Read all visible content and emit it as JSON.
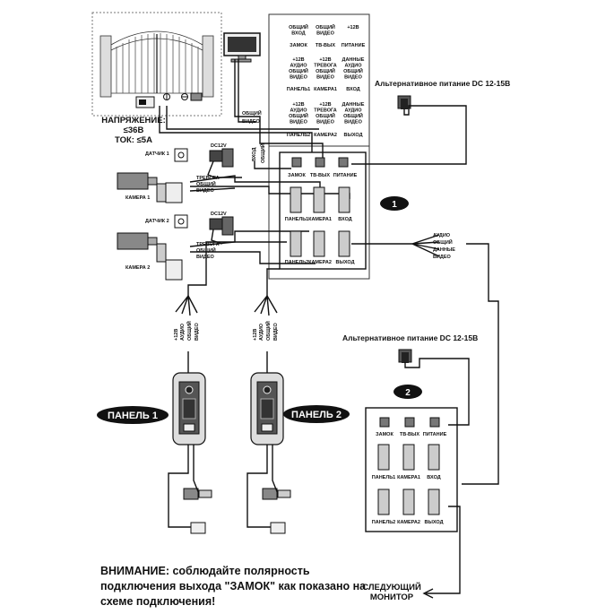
{
  "voltage_note": {
    "line1": "НАПРЯЖЕНИЕ:",
    "line2": "≤36В",
    "line3": "ТОК: ≤5А"
  },
  "alt_power_1": "Альтернативное питание DC 12-15В",
  "alt_power_2": "Альтернативное питание DC 12-15В",
  "legend_rows": [
    [
      "ОБЩИЙ\nВХОД",
      "ОБЩИЙ\nВИДЕО",
      "+12В"
    ],
    [
      "ЗАМОК",
      "ТВ-ВЫХ",
      "ПИТАНИЕ"
    ],
    [
      "+12В\nАУДИО\nОБЩИЙ\nВИДЕО",
      "+12В\nТРЕВОГА\nОБЩИЙ\nВИДЕО",
      "ДАННЫЕ\nАУДИО\nОБЩИЙ\nВИДЕО"
    ],
    [
      "ПАНЕЛЬ1",
      "КАМЕРА1",
      "ВХОД"
    ],
    [
      "+12В\nАУДИО\nОБЩИЙ\nВИДЕО",
      "+12В\nТРЕВОГА\nОБЩИЙ\nВИДЕО",
      "ДАННЫЕ\nАУДИО\nОБЩИЙ\nВИДЕО"
    ],
    [
      "ПАНЕЛЬ2",
      "КАМЕРА2",
      "ВЫХОД"
    ]
  ],
  "tv_wires": [
    "ОБЩИЙ",
    "ВИДЕО"
  ],
  "vhod_wires": [
    "ВХОД",
    "ОБЩИЙ"
  ],
  "monitor1": {
    "number": "1",
    "top_labels": [
      "ЗАМОК",
      "ТВ-ВЫХ",
      "ПИТАНИЕ"
    ],
    "mid_labels": [
      "ПАНЕЛЬ1",
      "КАМЕРА1",
      "ВХОД"
    ],
    "bot_labels": [
      "ПАНЕЛЬ2",
      "КАМЕРА2",
      "ВЫХОД"
    ]
  },
  "monitor2": {
    "number": "2",
    "top_labels": [
      "ЗАМОК",
      "ТВ-ВЫХ",
      "ПИТАНИЕ"
    ],
    "mid_labels": [
      "ПАНЕЛЬ1",
      "КАМЕРА1",
      "ВХОД"
    ],
    "bot_labels": [
      "ПАНЕЛЬ2",
      "КАМЕРА2",
      "ВЫХОД"
    ]
  },
  "sensor1": "ДАТЧИК 1",
  "sensor2": "ДАТЧИК 2",
  "camera1": "КАМЕРА 1",
  "camera2": "КАМЕРА 2",
  "dc12v_1": "DC12V",
  "dc12v_2": "DC12V",
  "cam_wires": [
    "ТРЕВОГА",
    "ОБЩИЙ",
    "ВИДЕО"
  ],
  "bus_wires": [
    "АУДИО",
    "ОБЩИЙ",
    "ДАННЫЕ",
    "ВИДЕО"
  ],
  "panel_wires": [
    "+12В",
    "АУДИО",
    "ОБЩИЙ",
    "ВИДЕО"
  ],
  "panel1": "ПАНЕЛЬ 1",
  "panel2": "ПАНЕЛЬ 2",
  "warning": "ВНИМАНИЕ: соблюдайте полярность подключения выхода \"ЗАМОК\" как показано на схеме подключения!",
  "next_monitor": "СЛЕДУЮЩИЙ МОНИТОР"
}
